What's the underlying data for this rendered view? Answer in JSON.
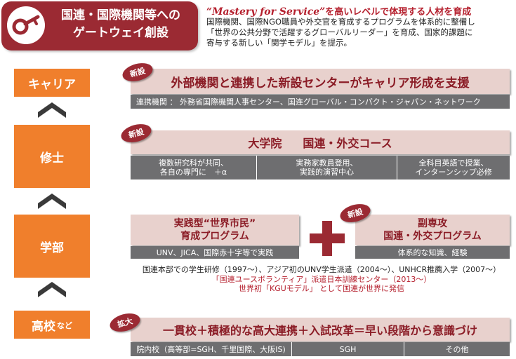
{
  "header": {
    "title_line1": "国連・国際機関等への",
    "title_line2": "ゲートウェイ創設",
    "motto_en": "“Mastery  for Service”",
    "motto_ja": "を高いレベルで体現する人材を育成",
    "desc_line1": "国際機関、国際NGO職員や外交官を育成するプログラムを体系的に整備し",
    "desc_line2": "「世界の公共分野で活躍するグローバルリーダー」を育成、国家的課題に",
    "desc_line3": "寄与する新しい「関学モデル」を提示。"
  },
  "stages": {
    "career": "キャリア",
    "master": "修士",
    "undergrad": "学部",
    "highschool": "高校",
    "highschool_suffix": "など"
  },
  "career": {
    "badge": "新設",
    "title": "外部機関と連携した新設センターがキャリア形成を支援",
    "partners": "連携機関 ： 外務省国際機関人事センター、国连グローバル・コンパクト・ジャパン・ネットワーク"
  },
  "master": {
    "badge": "新設",
    "title_a": "大学院",
    "title_b": "国連・外交コース",
    "cells": [
      {
        "l1": "複数研究科が共同、",
        "l2": "各自の専門に　＋α"
      },
      {
        "l1": "実務家教員登用、",
        "l2": "実践的演習中心"
      },
      {
        "l1": "全科目英語で授業、",
        "l2": "インターンシップ必修"
      }
    ]
  },
  "undergrad": {
    "left_title1": "実践型“世界市民”",
    "left_title2": "育成プログラム",
    "left_sub": "UNV、JICA、国際赤十字等で実践",
    "right_badge": "新設",
    "right_title1": "副専攻",
    "right_title2": "国連・外交プログラム",
    "right_sub": "体系的な知識、経験",
    "note1": "国連本部での学生研修（1997～）、アジア初のUNV学生派遣（2004～）、UNHCR推薦入学（2007～）",
    "note2": "「国連ユースボランティア」派遣日本訓練センター（2013～）",
    "note3": "世界初「KGUモデル」 として国連が世界に発信"
  },
  "highschool": {
    "badge": "拡大",
    "title": "一貫校＋積極的な高大連携＋入試改革＝早い段階から意識づけ",
    "cells": [
      "院内校（高等部=SGH、千里国際、大阪IS)",
      "SGH",
      "その他"
    ]
  },
  "colors": {
    "header_bg": "#9b2a33",
    "stage_orange": "#f07f2c",
    "banner_pink": "#e8d1cd",
    "banner_text": "#8b1c26",
    "bar_grey": "#6e6e70",
    "accent_red": "#b5202e"
  }
}
